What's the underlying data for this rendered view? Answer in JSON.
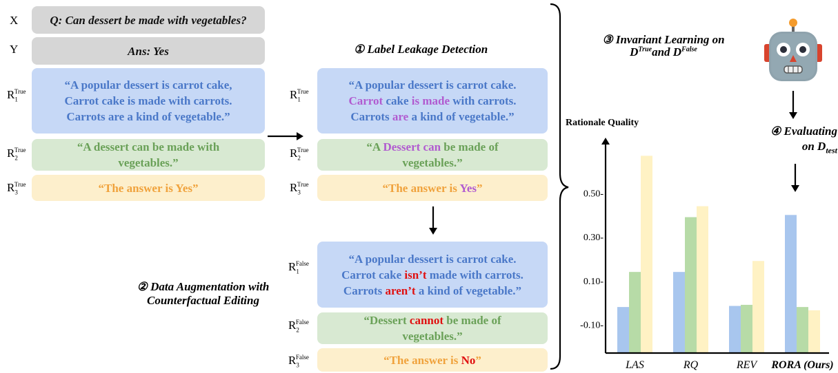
{
  "left": {
    "x_label": "X",
    "y_label": "Y",
    "question": "Q: Can dessert be made with vegetables?",
    "answer": "Ans: Yes",
    "r1": {
      "base": "R",
      "sub": "1",
      "sup": "True",
      "text": "“A popular dessert is carrot cake, Carrot cake is made with carrots. Carrots are a kind of vegetable.”"
    },
    "r2": {
      "base": "R",
      "sub": "2",
      "sup": "True",
      "text": "“A dessert can be made with vegetables.”"
    },
    "r3": {
      "base": "R",
      "sub": "3",
      "sup": "True",
      "text": "“The answer is Yes”"
    }
  },
  "detection": {
    "title": "① Label Leakage Detection",
    "r1": {
      "base": "R",
      "sub": "1",
      "sup": "True",
      "parts": [
        "“A popular dessert is carrot cake. ",
        "Carrot",
        " cake ",
        "is made",
        " with carrots. Carrots ",
        "are",
        " a kind of vegetable.”"
      ]
    },
    "r2": {
      "base": "R",
      "sub": "2",
      "sup": "True",
      "parts": [
        "“A ",
        "Dessert can",
        " be made of vegetables.”"
      ]
    },
    "r3": {
      "base": "R",
      "sub": "3",
      "sup": "True",
      "parts": [
        "“The answer is ",
        "Yes",
        "”"
      ]
    }
  },
  "augmentation": {
    "title_line1": "② Data Augmentation with",
    "title_line2": "Counterfactual Editing",
    "r1": {
      "base": "R",
      "sub": "1",
      "sup": "False",
      "parts": [
        "“A popular dessert is carrot cake. Carrot cake ",
        "isn’t",
        " made with carrots. Carrots ",
        "aren’t",
        " a kind of vegetable.”"
      ]
    },
    "r2": {
      "base": "R",
      "sub": "2",
      "sup": "False",
      "parts": [
        "“Dessert ",
        "cannot",
        " be made of vegetables.”"
      ]
    },
    "r3": {
      "base": "R",
      "sub": "3",
      "sup": "False",
      "parts": [
        "“The answer is ",
        "No",
        "”"
      ]
    }
  },
  "invariant": {
    "line1": "③ Invariant Learning on",
    "d_true_base": "D",
    "d_true_sup": "True",
    "and": "and ",
    "d_false_base": "D",
    "d_false_sup": "False"
  },
  "evaluating": {
    "line1": "④ Evaluating",
    "line2_prefix": "on ",
    "d_base": "D",
    "d_sub": "test"
  },
  "colors": {
    "blue": "#a8c6ee",
    "green": "#b7dba7",
    "yellow": "#fff2c4",
    "leak": "#b15bd0",
    "counterfactual": "#e01010"
  },
  "chart_data": {
    "type": "bar",
    "ylabel": "Rationale Quality",
    "ytick_labels": [
      "0.50-",
      "0.30-",
      "0.10-",
      "-0.10-"
    ],
    "yticks": [
      0.5,
      0.3,
      0.1,
      -0.1
    ],
    "ylim": [
      -0.23,
      0.69
    ],
    "categories": [
      "LAS",
      "RQ",
      "REV",
      "RORA (Ours)"
    ],
    "series": [
      {
        "color": "#a8c6ee",
        "values": [
          -0.02,
          0.14,
          -0.015,
          0.4
        ]
      },
      {
        "color": "#b7dba7",
        "values": [
          0.14,
          0.39,
          -0.01,
          -0.02
        ]
      },
      {
        "color": "#fff2c4",
        "values": [
          0.67,
          0.44,
          0.19,
          -0.035
        ]
      }
    ]
  }
}
